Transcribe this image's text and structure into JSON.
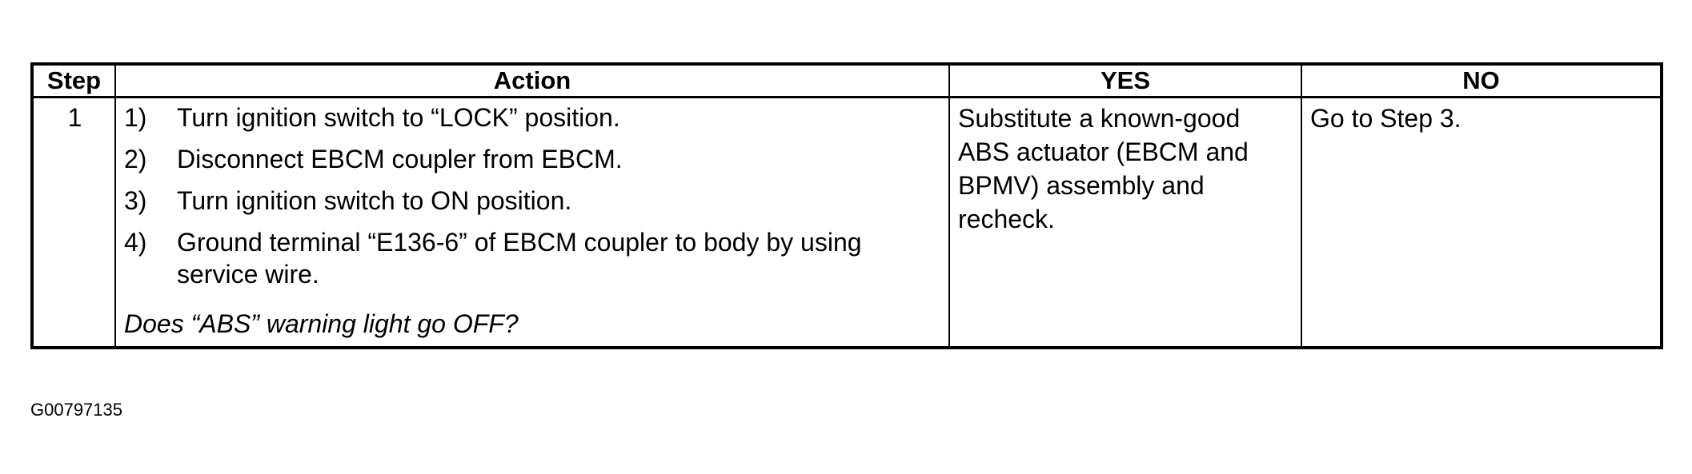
{
  "table": {
    "headers": {
      "step": "Step",
      "action": "Action",
      "yes": "YES",
      "no": "NO"
    },
    "row": {
      "step": "1",
      "actions": [
        {
          "num": "1)",
          "text": "Turn ignition switch to “LOCK” position."
        },
        {
          "num": "2)",
          "text": "Disconnect EBCM coupler from EBCM."
        },
        {
          "num": "3)",
          "text": "Turn ignition switch to ON position."
        },
        {
          "num": "4)",
          "text": "Ground terminal “E136-6” of EBCM coupler to body by using service wire."
        }
      ],
      "question": "Does “ABS” warning light go OFF?",
      "yes": "Substitute a known-good ABS actuator (EBCM and BPMV) assembly and recheck.",
      "no": "Go to Step 3."
    }
  },
  "figure_id": "G00797135"
}
